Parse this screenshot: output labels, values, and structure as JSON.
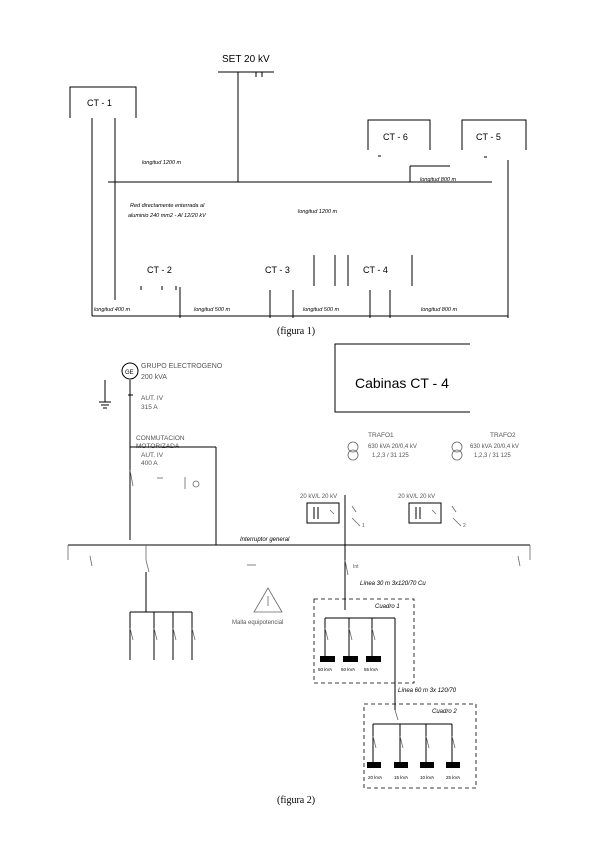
{
  "figure1": {
    "source": "SET 20 kV",
    "cts": {
      "ct1": "CT - 1",
      "ct2": "CT - 2",
      "ct3": "CT - 3",
      "ct4": "CT - 4",
      "ct5": "CT - 5",
      "ct6": "CT - 6"
    },
    "labels": {
      "len_ct1": "longitud 1200 m",
      "len_ct6": "longitud 800 m",
      "len_middle": "longitud 1200 m",
      "cable_line1": "Red directamente enterrada al",
      "cable_line2": "aluminio 240 mm2 - Al 12/20 kV",
      "len_bottom1": "longitud 400 m",
      "len_bottom2": "longitud 500 m",
      "len_bottom3": "longitud 500 m",
      "len_bottom4": "longitud 800 m"
    },
    "caption": "(figura 1)"
  },
  "figure2": {
    "title": "Cabinas CT - 4",
    "generator_line1": "GRUPO ELECTROGENO",
    "generator_line2": "200 kVA",
    "breaker_line1": "AUT. IV",
    "breaker_line2": "315 A",
    "commutation_line1": "CONMUTACION",
    "commutation_line2": "MOTORIZADA",
    "commutation_line3": "AUT. IV",
    "commutation_line4": "400 A",
    "trafo1_name": "TRAFO1",
    "trafo1_spec1": "630 kVA 20/0,4 kV",
    "trafo1_spec2": "1,2,3 / 31 125",
    "trafo2_name": "TRAFO2",
    "trafo2_spec1": "630 kVA 20/0,4 kV",
    "trafo2_spec2": "1,2,3 / 31 125",
    "cell1": "20 kV/L 20 kV",
    "cell2": "20 kV/L 20 kV",
    "main_breaker": "Interruptor general",
    "earth_label": "Malla equipotencial",
    "feeder_label": "Línea 30 m 3x120/70 Cu",
    "cuadro1": "Cuadro 1",
    "cuadro2": "Cuadro 2",
    "feeder2_label": "Línea 60 m 3x 120/70",
    "loads1": [
      "50 kVA",
      "60 kVA",
      "55 kVA"
    ],
    "loads2": [
      "20 kVA",
      "15 kVA",
      "10 kVA",
      "25 kVA"
    ],
    "caption": "(figura 2)"
  }
}
